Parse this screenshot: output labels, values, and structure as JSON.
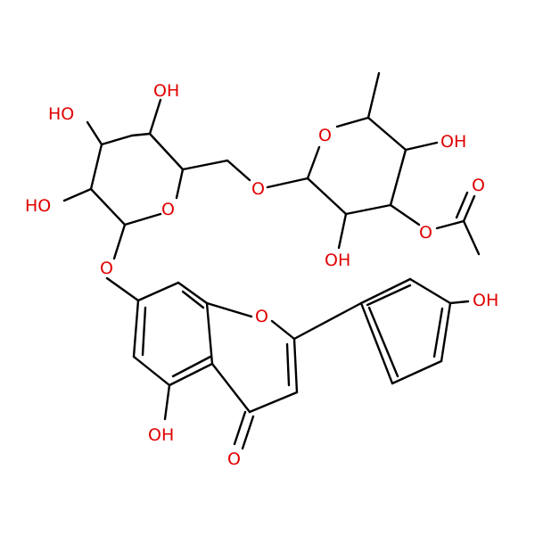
{
  "colors": {
    "background": "#ffffff",
    "bond": "#000000",
    "oxygen": "#e00000"
  },
  "atom_labels": {
    "glc_oh_4": "OH",
    "glc_oh_3": "HO",
    "glc_oh_2": "HO",
    "glc_ring_o": "O",
    "glc_glycosidic_o": "O",
    "linker_o": "O",
    "rha_ring_o": "O",
    "rha_oh_4": "OH",
    "rha_oh_2": "OH",
    "acetyl_ester_o": "O",
    "acetyl_carbonyl_o": "O",
    "chromone_ring_o": "O",
    "phenol_oh": "OH",
    "chromone_oh_5": "OH",
    "chromone_carbonyl_o": "O"
  }
}
